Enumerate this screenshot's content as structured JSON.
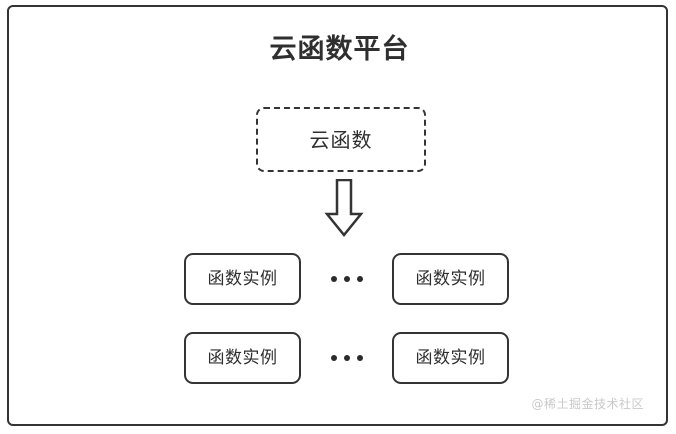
{
  "diagram": {
    "title": "云函数平台",
    "function_node": {
      "label": "云函数",
      "style": "dashed"
    },
    "arrow": {
      "name": "down-arrow",
      "direction": "down"
    },
    "instance_rows": [
      {
        "left": {
          "label": "函数实例"
        },
        "separator": "•••",
        "right": {
          "label": "函数实例"
        }
      },
      {
        "left": {
          "label": "函数实例"
        },
        "separator": "•••",
        "right": {
          "label": "函数实例"
        }
      }
    ],
    "watermark": "@稀土掘金技术社区",
    "colors": {
      "stroke": "#343434",
      "text": "#2f2f2f",
      "background": "#ffffff",
      "watermark": "#c9c9c9"
    }
  }
}
